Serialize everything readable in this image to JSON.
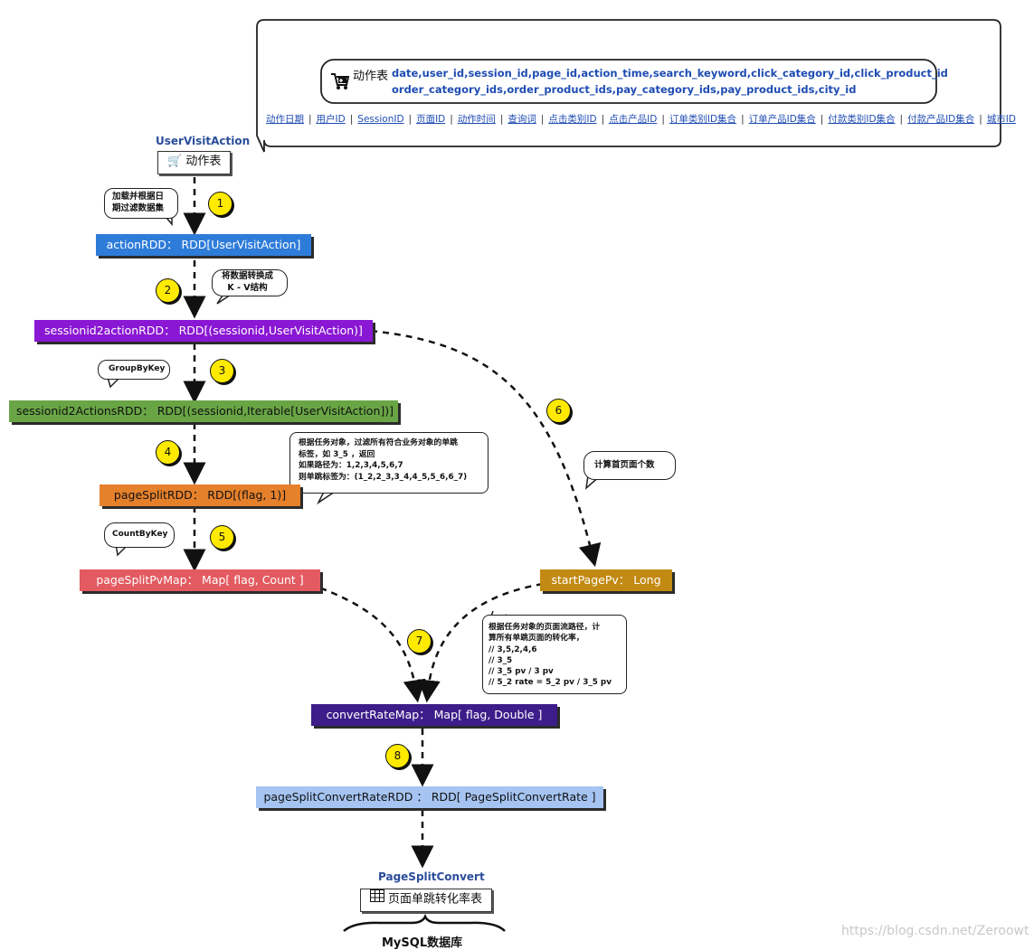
{
  "header": {
    "table_name": "动作表",
    "fields_line1": "date,user_id,session_id,page_id,action_time,search_keyword,click_category_id,click_product_id",
    "fields_line2": "order_category_ids,order_product_ids,pay_category_ids,pay_product_ids,city_id",
    "cn_fields": [
      "动作日期",
      "用户ID",
      "SessionID",
      "页面ID",
      "动作时间",
      "查询词",
      "点击类别ID",
      "点击产品ID",
      "订单类别ID集合",
      "订单产品ID集合",
      "付款类别ID集合",
      "付款产品ID集合",
      "城市ID"
    ]
  },
  "source": {
    "label": "UserVisitAction",
    "chip": "动作表"
  },
  "steps": [
    {
      "num": "1",
      "note": [
        "加载并根据日",
        "期过滤数据集"
      ]
    },
    {
      "num": "2",
      "note": [
        "将数据转换成",
        "K - V结构"
      ]
    },
    {
      "num": "3",
      "note": [
        "GroupByKey"
      ]
    },
    {
      "num": "4",
      "note": [
        "根据任务对象，过滤所有符合业务对象的单跳",
        "标签，如 3_5 ，返回",
        "如果路径为：1,2,3,4,5,6,7",
        "则单跳标签为：(1_2,2_3,3_4,4_5,5_6,6_7)"
      ]
    },
    {
      "num": "5",
      "note": [
        "CountByKey"
      ]
    },
    {
      "num": "6",
      "note": [
        "计算首页面个数"
      ]
    },
    {
      "num": "7",
      "note": [
        "根据任务对象的页面流路径，计",
        "算所有单跳页面的转化率，",
        "// 3,5,2,4,6",
        "// 3_5",
        "// 3_5 pv / 3 pv",
        "// 5_2 rate = 5_2 pv / 3_5 pv"
      ]
    },
    {
      "num": "8",
      "note": []
    }
  ],
  "rdds": {
    "action": "actionRDD： RDD[UserVisitAction]",
    "session2action": "sessionid2actionRDD： RDD[(sessionid,UserVisitAction)]",
    "session2actions": "sessionid2ActionsRDD： RDD[(sessionid,Iterable[UserVisitAction])]",
    "pageSplit": "pageSplitRDD： RDD[(flag, 1)]",
    "pageSplitPv": "pageSplitPvMap： Map[ flag, Count ]",
    "startPagePv": "startPagePv： Long",
    "convertRate": "convertRateMap： Map[ flag, Double ]",
    "pageSplitConvertRate": "pageSplitConvertRateRDD ： RDD[ PageSplitConvertRate ]"
  },
  "target": {
    "label": "PageSplitConvert",
    "chip": "页面单跳转化率表",
    "db": "MySQL数据库"
  },
  "watermark": "https://blog.csdn.net/Zeroowt",
  "colors": {
    "blue": "#2e7cd9",
    "purple": "#8a17d3",
    "green": "#69a545",
    "orange": "#e5802b",
    "red": "#e35a61",
    "gold": "#c28a12",
    "navy": "#3d1d8a",
    "light": "#a5c4f2",
    "badge": "#ffea00",
    "label": "#2a4d9a"
  }
}
